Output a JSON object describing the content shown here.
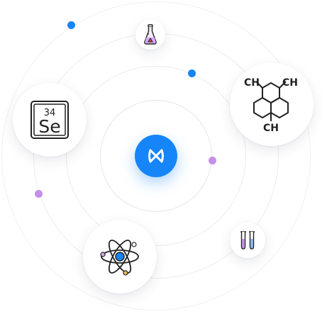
{
  "center": {
    "icon": "app-logo-icon",
    "color": "#1685f8"
  },
  "element_tile": {
    "atomic_number": "34",
    "symbol": "Se",
    "icon": "periodic-element-icon"
  },
  "molecule": {
    "labels": [
      "CH",
      "CH",
      "CH"
    ],
    "icon": "molecule-structure-icon"
  },
  "icons": {
    "flask": "flask-icon",
    "atom": "atom-icon",
    "test_tubes": "test-tubes-icon"
  },
  "colors": {
    "blue_dot": "#1685f8",
    "purple_dot": "#c48fe8",
    "ring": "#ececf0"
  }
}
